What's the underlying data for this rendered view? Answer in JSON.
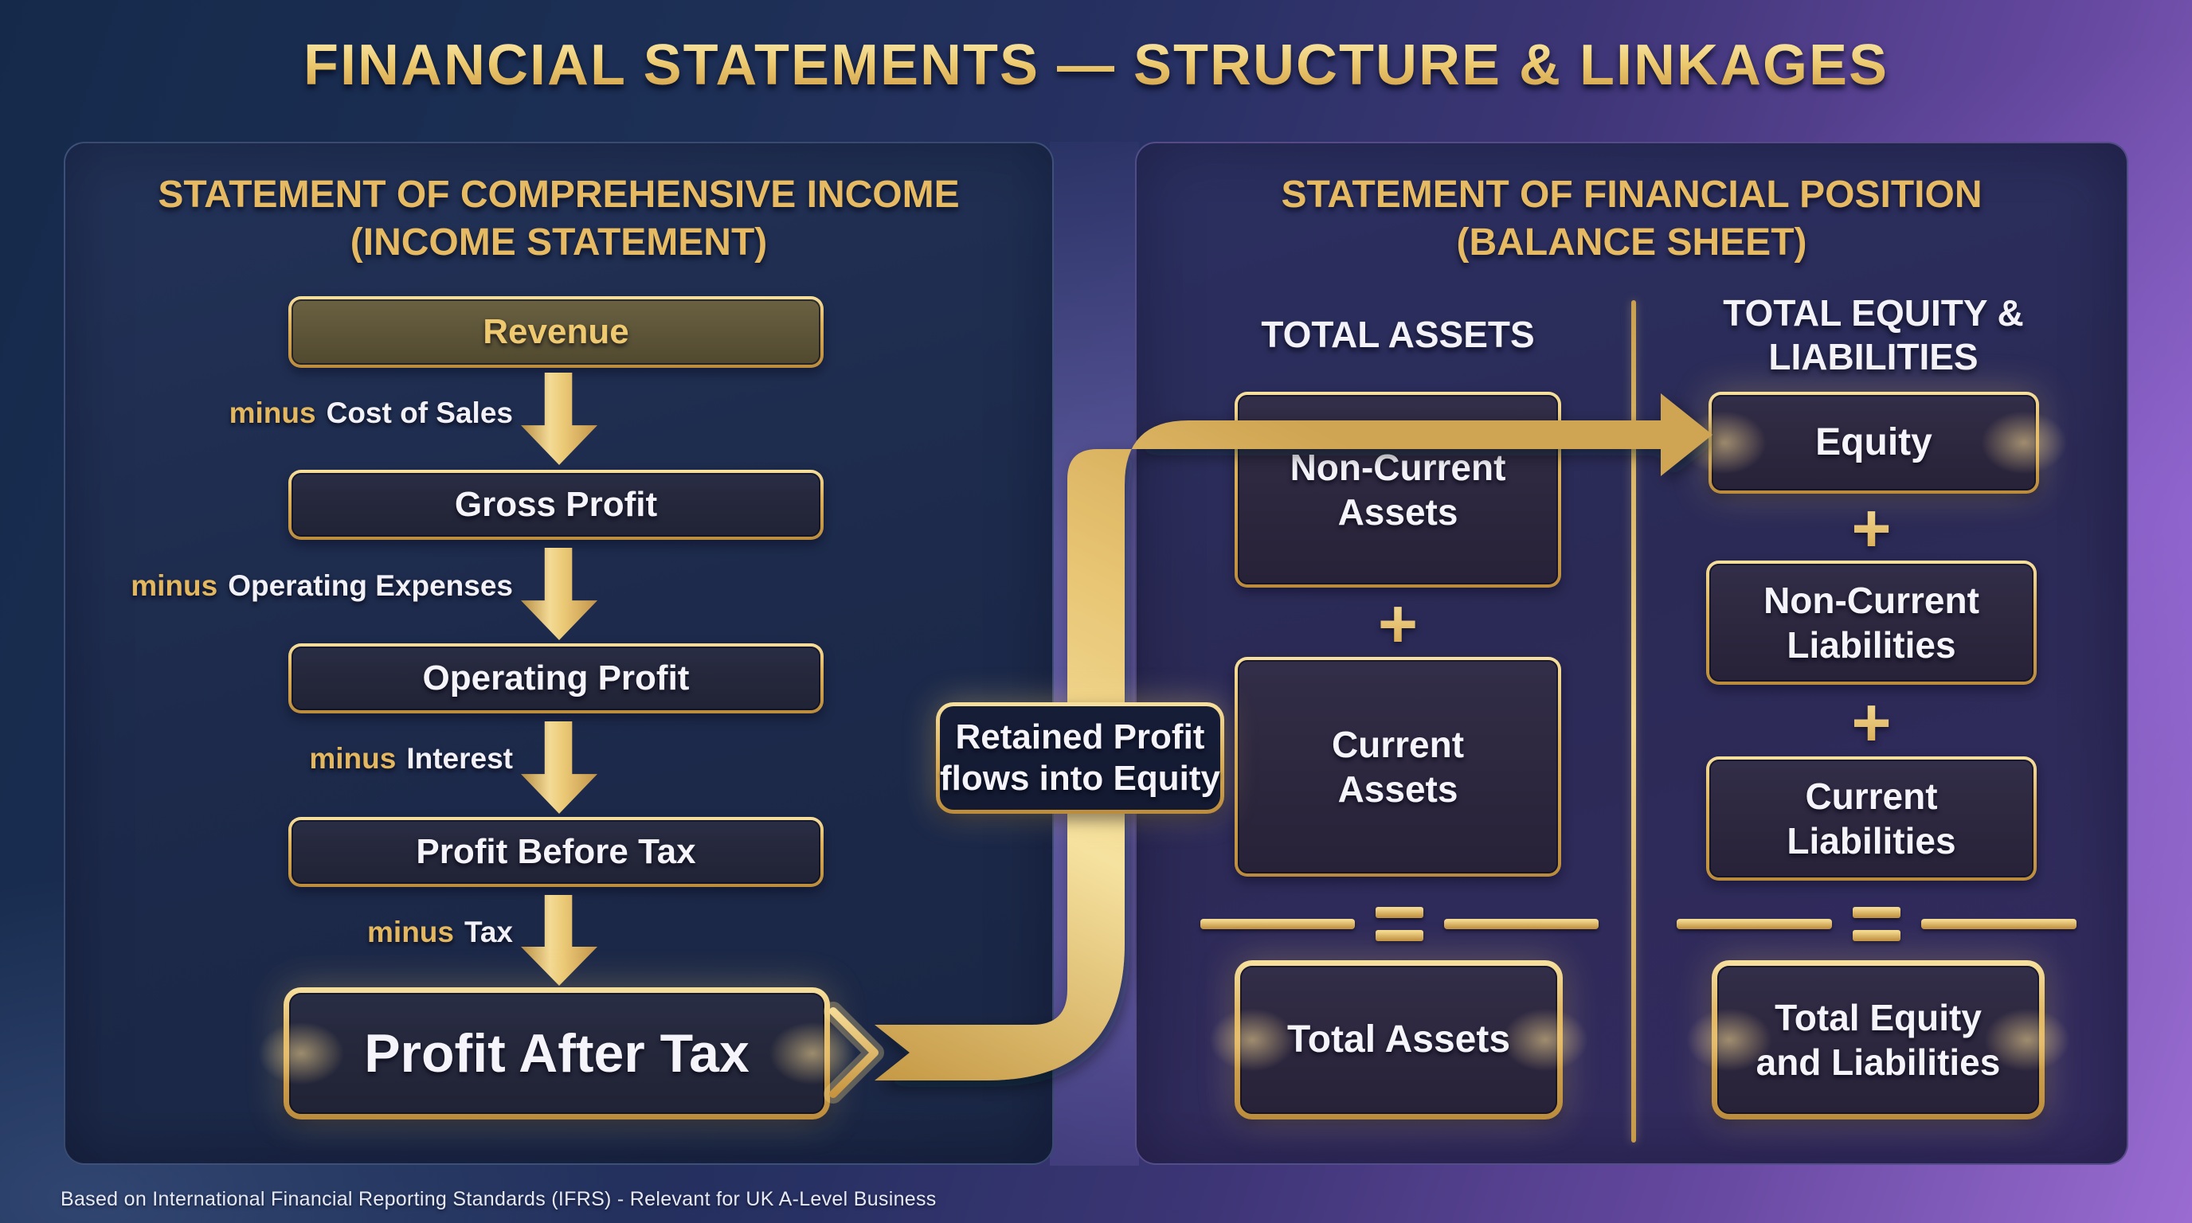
{
  "title": "FINANCIAL STATEMENTS — STRUCTURE & LINKAGES",
  "footer": "Based on International Financial Reporting Standards (IFRS) - Relevant for UK A-Level Business",
  "colors": {
    "gold": "#e0b15c",
    "gold_light": "#f6e2a0",
    "panel_navy": "#1e2a4d",
    "panel_purple": "#2c2a58",
    "background_blue": "#16294a",
    "background_purple": "#9a6cd2",
    "text_white": "#f5f4fa"
  },
  "income_statement": {
    "heading_line1": "STATEMENT OF COMPREHENSIVE INCOME",
    "heading_line2": "(INCOME STATEMENT)",
    "boxes": {
      "revenue": "Revenue",
      "gross_profit": "Gross Profit",
      "operating_profit": "Operating Profit",
      "profit_before_tax": "Profit Before Tax",
      "profit_after_tax": "Profit After Tax"
    },
    "steps": {
      "cost_of_sales": {
        "minus": "minus",
        "label": "Cost of Sales"
      },
      "operating_expenses": {
        "minus": "minus",
        "label": "Operating Expenses"
      },
      "interest": {
        "minus": "minus",
        "label": "Interest"
      },
      "tax": {
        "minus": "minus",
        "label": "Tax"
      }
    }
  },
  "balance_sheet": {
    "heading_line1": "STATEMENT OF FINANCIAL POSITION",
    "heading_line2": "(BALANCE SHEET)",
    "assets_column": {
      "header": "TOTAL ASSETS",
      "non_current": "Non-Current Assets",
      "plus": "+",
      "current": "Current Assets",
      "equals": "=",
      "total": "Total Assets"
    },
    "equity_column": {
      "header_line1": "TOTAL EQUITY &",
      "header_line2": "LIABILITIES",
      "equity": "Equity",
      "plus_1": "+",
      "non_current": "Non-Current Liabilities",
      "plus_2": "+",
      "current": "Current Liabilities",
      "equals": "=",
      "total": "Total Equity and Liabilities"
    }
  },
  "connector": {
    "label_line1": "Retained Profit",
    "label_line2": "flows into Equity"
  }
}
